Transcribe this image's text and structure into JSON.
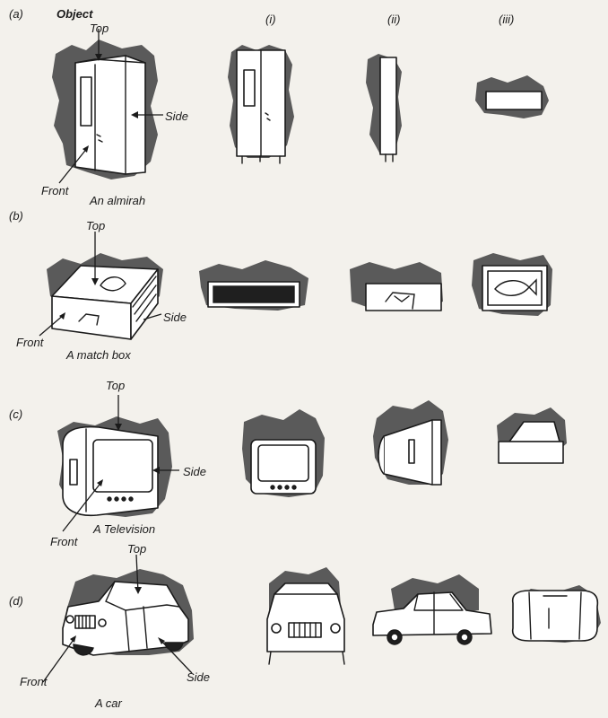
{
  "headers": {
    "object": "Object",
    "view_1": "(i)",
    "view_2": "(ii)",
    "view_3": "(iii)"
  },
  "rows": [
    {
      "tag": "(a)",
      "caption": "An almirah",
      "top": "Top",
      "side": "Side",
      "front": "Front"
    },
    {
      "tag": "(b)",
      "caption": "A match box",
      "top": "Top",
      "side": "Side",
      "front": "Front"
    },
    {
      "tag": "(c)",
      "caption": "A Television",
      "top": "Top",
      "side": "Side",
      "front": "Front"
    },
    {
      "tag": "(d)",
      "caption": "A car",
      "top": "Top",
      "side": "Side",
      "front": "Front"
    }
  ],
  "colors": {
    "shadow": "#5a5a5a",
    "ink": "#1a1a1a",
    "paper": "#f3f1ec"
  }
}
